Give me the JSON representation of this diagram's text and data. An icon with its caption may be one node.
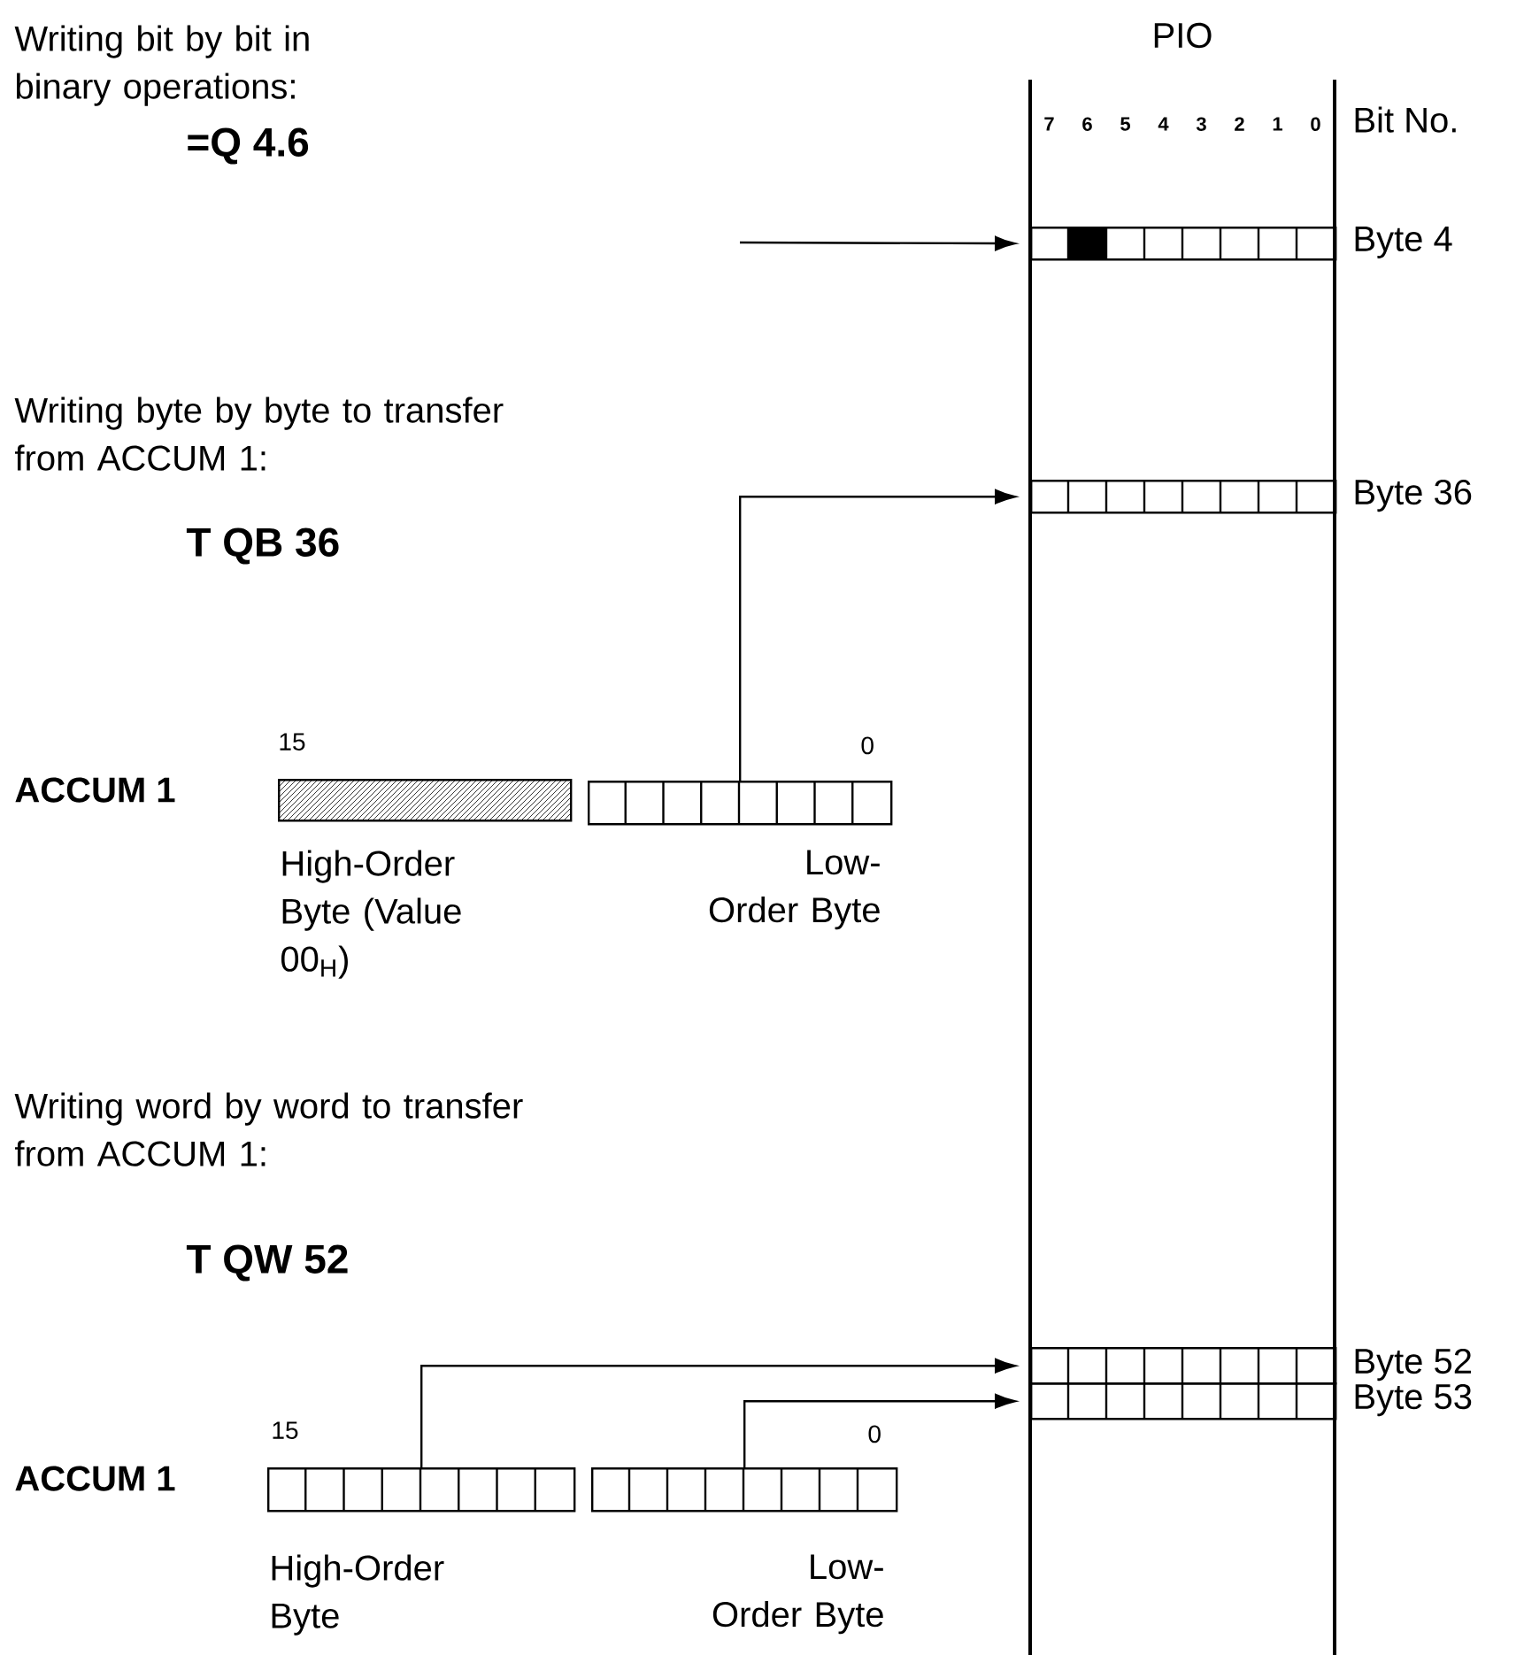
{
  "diagram": {
    "nodes": [
      {
        "text": [
          "PIO"
        ]
      },
      {
        "text": [
          "Byte 4"
        ],
        "in": 0
      },
      {
        "text": [
          "Byte 36"
        ],
        "in": 0
      },
      {
        "text": [
          "Byte 52"
        ],
        "in": 0
      },
      {
        "text": [
          "Byte 53"
        ],
        "in": 0
      },
      {
        "text": [
          "High-Order Byte (Value 00$_{H}$)"
        ]
      },
      {
        "text": [
          "Low-Order Byte"
        ]
      },
      {
        "text": [
          "High-Order Byte"
        ]
      },
      {
        "text": [
          "Low-Order Byte"
        ]
      }
    ],
    "edges": [
      {
        "from": null,
        "to": 1,
        "arrow": "to"
      },
      {
        "from": 6,
        "to": 2,
        "arrow": "to"
      },
      {
        "from": 7,
        "to": 3,
        "arrow": "to"
      },
      {
        "from": 8,
        "to": 4,
        "arrow": "to"
      }
    ],
    "labels": [
      "Writing bit by bit in binary operations:",
      "=Q 4.6",
      "Bit No.",
      "7",
      "6",
      "5",
      "4",
      "3",
      "2",
      "1",
      "0",
      "Writing byte by byte to transfer from ACCUM 1:",
      "T QB 36",
      "ACCUM 1",
      "15",
      "0",
      "Writing word by word to transfer from ACCUM 1:",
      "T QW 52",
      "ACCUM 1",
      "15",
      "0"
    ]
  }
}
